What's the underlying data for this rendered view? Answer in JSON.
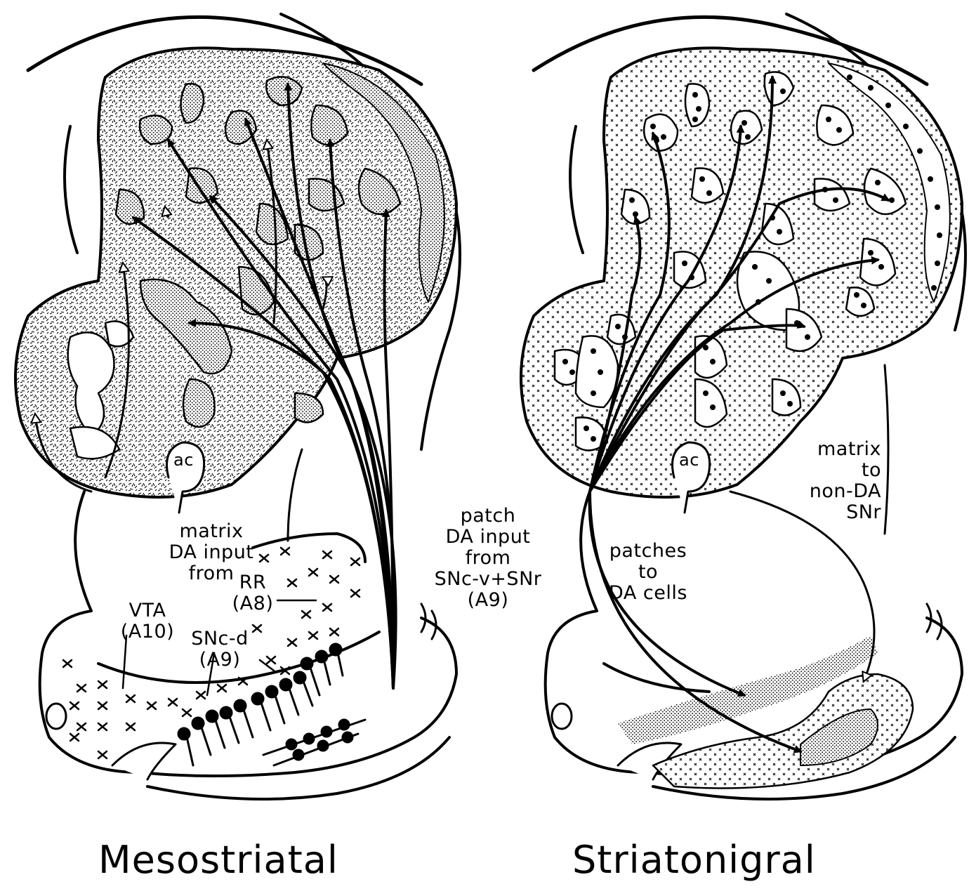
{
  "panels": {
    "mesostriatal": {
      "title": "Mesostriatal",
      "labels": {
        "ac": "ac",
        "matrix_input": "matrix\nDA input\nfrom",
        "patch_input": "patch\nDA input\nfrom\nSNc-v+SNr\n(A9)",
        "rr": "RR\n(A8)",
        "vta": "VTA\n(A10)",
        "snc_d": "SNc-d\n(A9)"
      }
    },
    "striatonigral": {
      "title": "Striatonigral",
      "labels": {
        "ac": "ac",
        "patches_to": "patches\nto\nDA cells",
        "matrix_to": "matrix\nto\nnon-DA\nSNr"
      }
    }
  }
}
